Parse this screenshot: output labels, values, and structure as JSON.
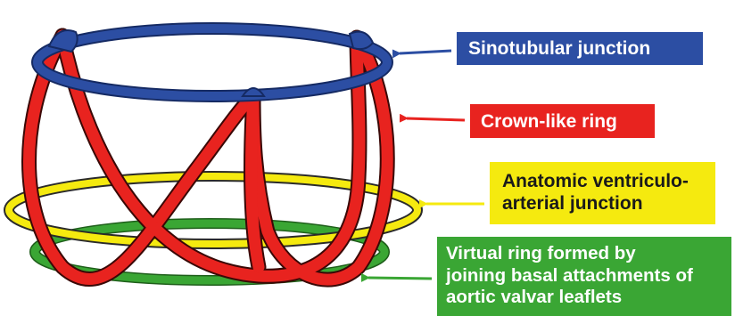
{
  "colors": {
    "sinotubular": "#2c4ea3",
    "crown": "#e8231f",
    "anatomic": "#f5ea0f",
    "virtual": "#3aa634"
  },
  "labels": {
    "sinotubular": "Sinotubular junction",
    "crown": "Crown-like ring",
    "anatomic": [
      "Anatomic ventriculo-",
      "arterial junction"
    ],
    "virtual": [
      "Virtual ring formed by",
      "joining basal attachments of",
      "aortic valvar leaflets"
    ]
  }
}
